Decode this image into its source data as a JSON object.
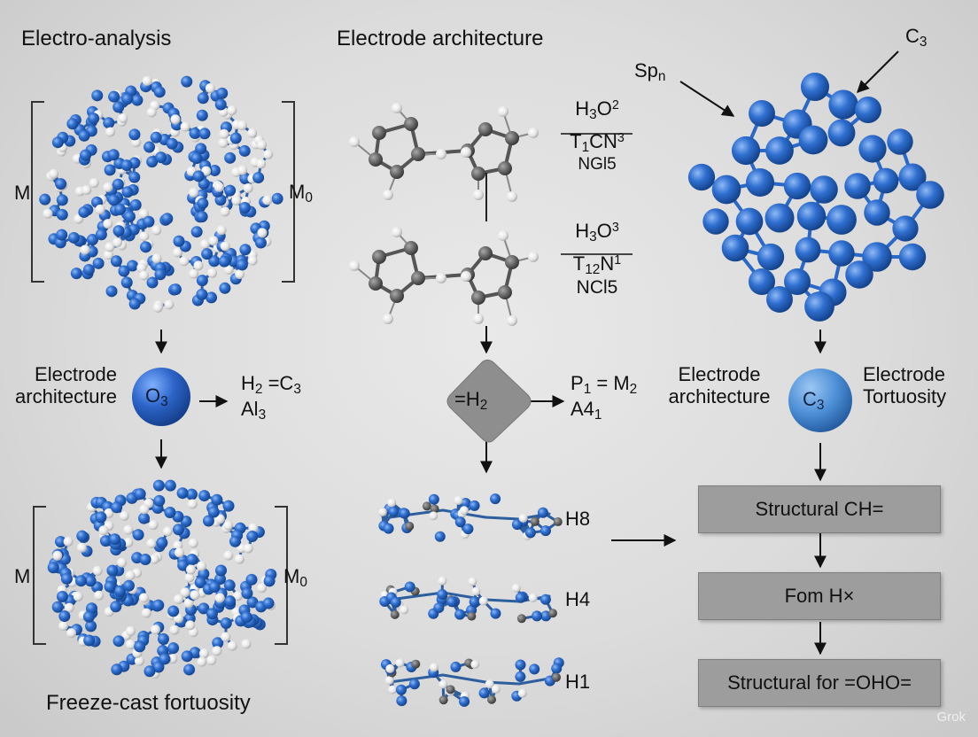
{
  "titles": {
    "left": "Electro-analysis",
    "middle": "Electrode architecture",
    "bottom_left": "Freeze-cast fortuosity"
  },
  "left_panel": {
    "bracket_label_left_top": "M",
    "bracket_label_right_top": "M0",
    "bracket_label_left_bottom": "M",
    "bracket_label_right_bottom": "M0",
    "node_label": "O3",
    "node_left_text_line1": "Electrode",
    "node_left_text_line2": "architecture",
    "node_right_line1": "H2 =C3",
    "node_right_line2": "Al3"
  },
  "middle_panel": {
    "formula_top": {
      "line1": "H3O2",
      "line2": "T1CN3",
      "line3": "NGl5"
    },
    "formula_bottom": {
      "line1": "H3O3",
      "line2": "T12N1",
      "line3": "NCl5"
    },
    "diamond_label": "=H2",
    "diamond_right_line1": "P1 = M2",
    "diamond_right_line2": "A41",
    "chain_labels": [
      "H8",
      "H4",
      "H1"
    ]
  },
  "right_panel": {
    "label_sp": "Spn",
    "label_c3": "C3",
    "node_label": "C3",
    "node_left_line1": "Electrode",
    "node_left_line2": "architecture",
    "node_right_line1": "Electrode",
    "node_right_line2": "Tortuosity",
    "boxes": [
      "Structural CH=",
      "Fom H×",
      "Structural for =OHO="
    ]
  },
  "watermark": "Grok",
  "colors": {
    "blue_atom": "#2f6fd0",
    "white_atom": "#eeeeee",
    "grey_atom": "#666666",
    "box_fill": "#9d9d9d"
  }
}
